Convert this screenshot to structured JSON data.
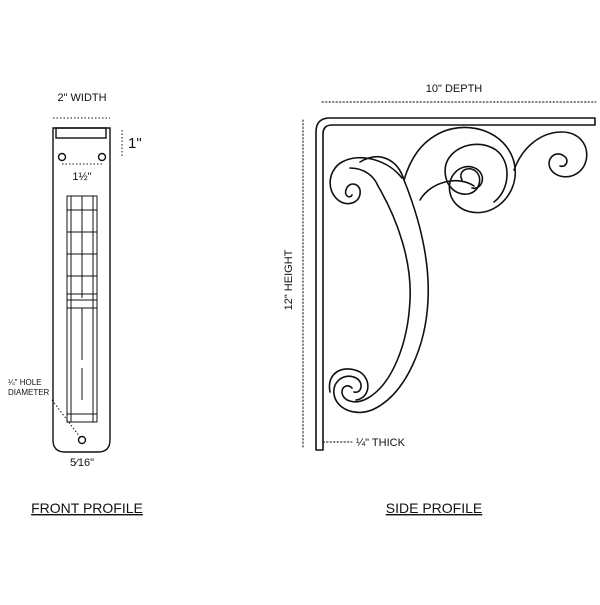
{
  "front": {
    "width_label": "2\" WIDTH",
    "top_offset_label": "1\"",
    "hole_spacing_label": "1½\"",
    "hole_label_line1": "¼\" HOLE",
    "hole_label_line2": "DIAMETER",
    "bottom_label": "5⁄16\"",
    "title": "FRONT PROFILE"
  },
  "side": {
    "depth_label": "10\" DEPTH",
    "height_label": "12\" HEIGHT",
    "thick_label": "¼\" THICK",
    "title": "SIDE PROFILE"
  },
  "colors": {
    "ink": "#111111",
    "background": "#ffffff"
  }
}
